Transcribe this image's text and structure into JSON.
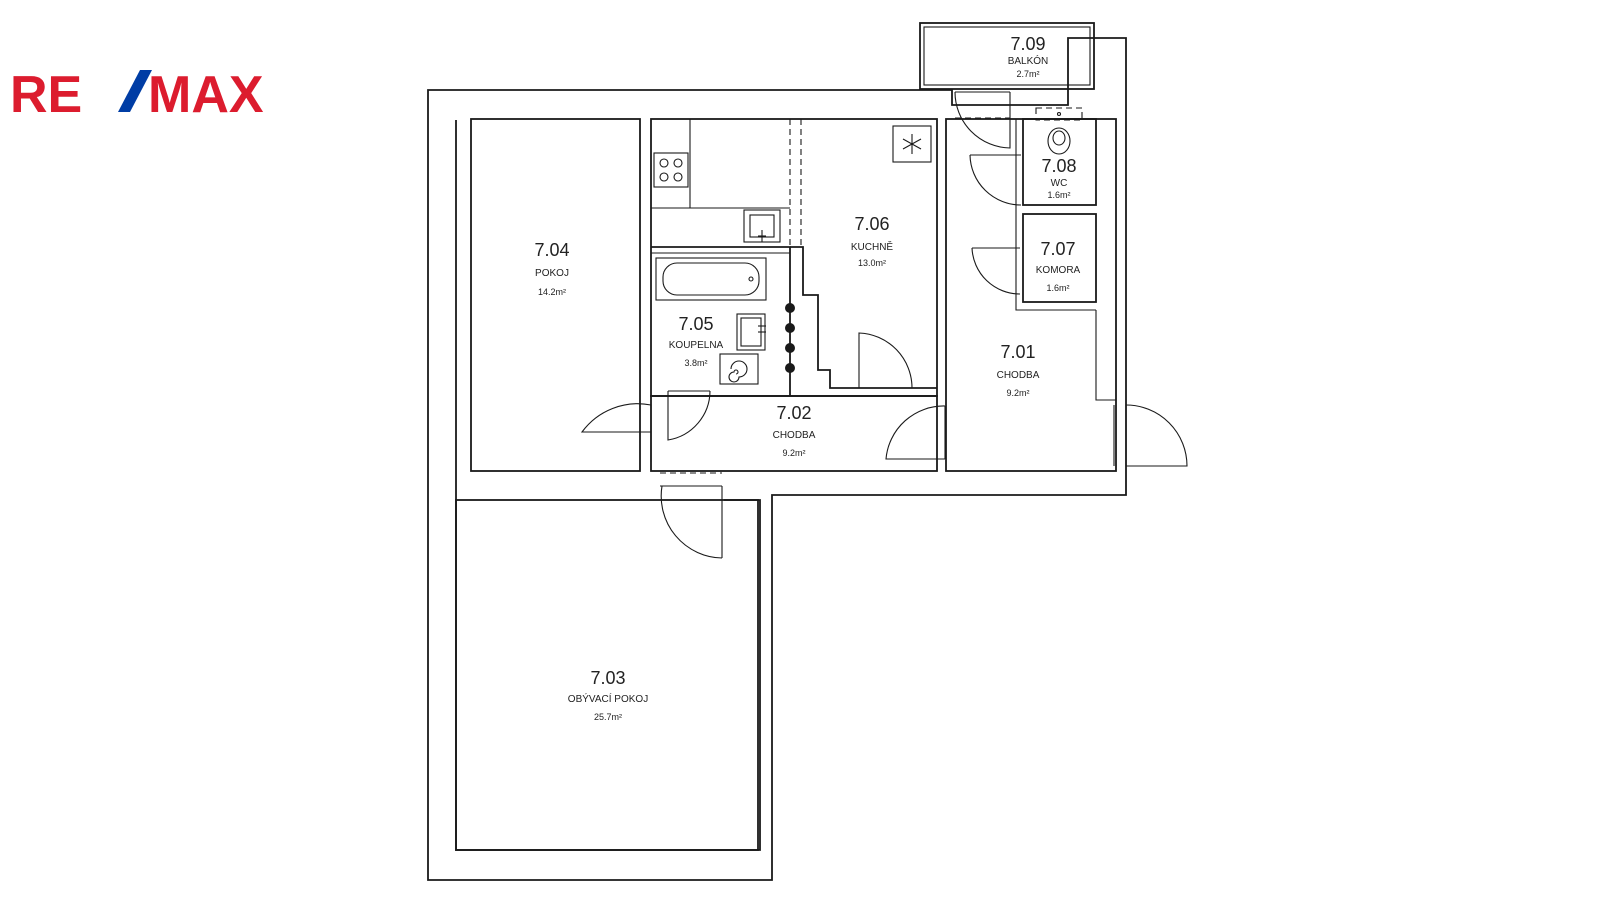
{
  "logo": {
    "text_left": "RE",
    "slash": "/",
    "text_right": "MAX",
    "color_red": "#dc1c2e",
    "color_blue": "#003da5"
  },
  "rooms": [
    {
      "id": "7.01",
      "name": "CHODBA",
      "area": "9.2m²"
    },
    {
      "id": "7.02",
      "name": "CHODBA",
      "area": "9.2m²"
    },
    {
      "id": "7.03",
      "name": "OBÝVACÍ POKOJ",
      "area": "25.7m²"
    },
    {
      "id": "7.04",
      "name": "POKOJ",
      "area": "14.2m²"
    },
    {
      "id": "7.05",
      "name": "KOUPELNA",
      "area": "3.8m²"
    },
    {
      "id": "7.06",
      "name": "KUCHNĚ",
      "area": "13.0m²"
    },
    {
      "id": "7.07",
      "name": "KOMORA",
      "area": "1.6m²"
    },
    {
      "id": "7.08",
      "name": "WC",
      "area": "1.6m²"
    },
    {
      "id": "7.09",
      "name": "BALKÓN",
      "area": "2.7m²"
    }
  ],
  "icons": {
    "stove": "stove-icon",
    "sink": "sink-icon",
    "bathtub": "bathtub-icon",
    "toilet": "toilet-icon",
    "boiler": "boiler-icon",
    "ventilation": "ventilation-icon"
  }
}
